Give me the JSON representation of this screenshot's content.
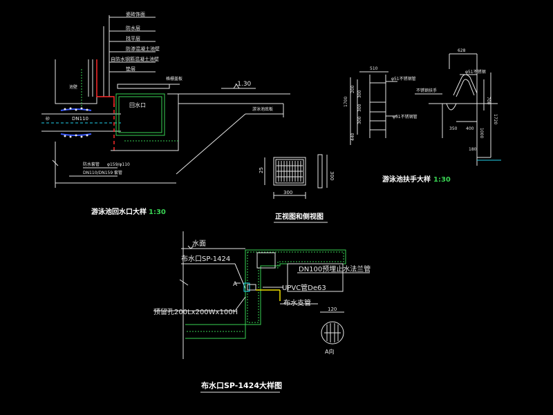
{
  "colors": {
    "background": "#000000",
    "line": "#e8e8e8",
    "accent": "#39d353",
    "pipe_red": "#ff2a2a",
    "pipe_blue": "#3b5bff",
    "pipe_yellow": "#f0e000",
    "cyan": "#22d3ee"
  },
  "inlet": {
    "title_cn": "游泳池回水口大样",
    "title_scale": "1:30",
    "callouts": [
      "瓷砖饰面",
      "防水层",
      "找平层",
      "防渗混凝土池壁",
      "自防水钢筋混凝土池壁",
      "垫层"
    ],
    "label_inlet": "回水口",
    "label_level": "-1.30",
    "label_side": "游泳池底板",
    "label_pipe": "DN110",
    "label_grille": "格栅盖板",
    "label_waterstop": "防水套管",
    "label_waterstop_spec": "φ159/φ110",
    "label_bottom": "DN110/DN159 套管",
    "label_left": "池壁",
    "label_left2": "砂"
  },
  "grate": {
    "title": "正视图和侧视图",
    "dim_width": "300",
    "dim_height": "300",
    "dim_small": "25"
  },
  "handrail": {
    "title_cn": "游泳池扶手大样",
    "title_scale": "1:30",
    "dims_top": [
      "510",
      "628"
    ],
    "dims_side": [
      "1700",
      "200",
      "300",
      "300",
      "300",
      "440"
    ],
    "dims_right": [
      "700",
      "1720",
      "1000"
    ],
    "dims_bottom": [
      "350",
      "400",
      "180"
    ],
    "callout_a": "φ51不锈钢管",
    "callout_b": "φ51不锈钢管",
    "callout_c": "不锈钢扶手",
    "callout_d": "φ51不锈钢"
  },
  "distributor": {
    "title": "布水口SP-1424大样图",
    "label_water": "水面",
    "label_nozzle": "布水口SP-1424",
    "label_flange": "DN100预埋止水法兰管",
    "label_pvc": "UPVC管De63",
    "label_branch": "布水支管",
    "label_hole": "预留孔200Lx200Wx100H",
    "label_dim": "120",
    "label_section": "A",
    "label_view": "A向"
  }
}
